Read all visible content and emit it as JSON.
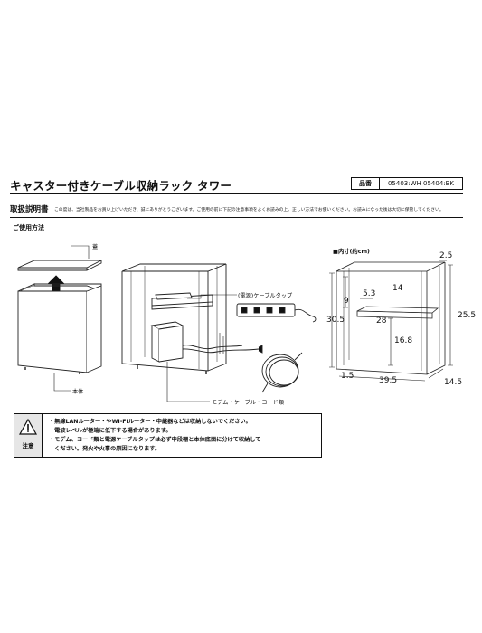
{
  "header": {
    "product_title": "キャスター付きケーブル収納ラック タワー",
    "product_number_label": "品番",
    "product_numbers": "05403:WH 05404:BK"
  },
  "manual": {
    "title": "取扱説明書",
    "intro": "この度は、当社製品をお買い上げいただき、誠にありがとうございます。ご使用の前に下記の注意事項をよくお読みの上、正しい方法でお使いください。お読みになった後は大切に保管してください。"
  },
  "usage": {
    "title": "ご使用方法",
    "labels": {
      "lid": "蓋",
      "body": "本体",
      "power_strip": "(電源)ケーブルタップ",
      "modem": "モデム・ケーブル・コード類"
    }
  },
  "caution": {
    "label": "注意",
    "lines": [
      "・無線LANルーター・やWI-FIルーター・中継器などは収納しないでください。",
      "　電波レベルが極端に低下する場合があります。",
      "・モデム、コード類と電源ケーブルタップは必ず中段棚と本体底面に分けて収納して",
      "　ください。発火や火事の原因になります。"
    ]
  },
  "dimensions": {
    "title": "■内寸(約cm)",
    "values": {
      "d_2_5": "2.5",
      "d_14": "14",
      "d_9": "9",
      "d_5_3": "5.3",
      "d_30_5": "30.5",
      "d_25_5": "25.5",
      "d_28": "28",
      "d_16_8": "16.8",
      "d_1_5": "1.5",
      "d_39_5": "39.5",
      "d_14_5": "14.5"
    }
  }
}
